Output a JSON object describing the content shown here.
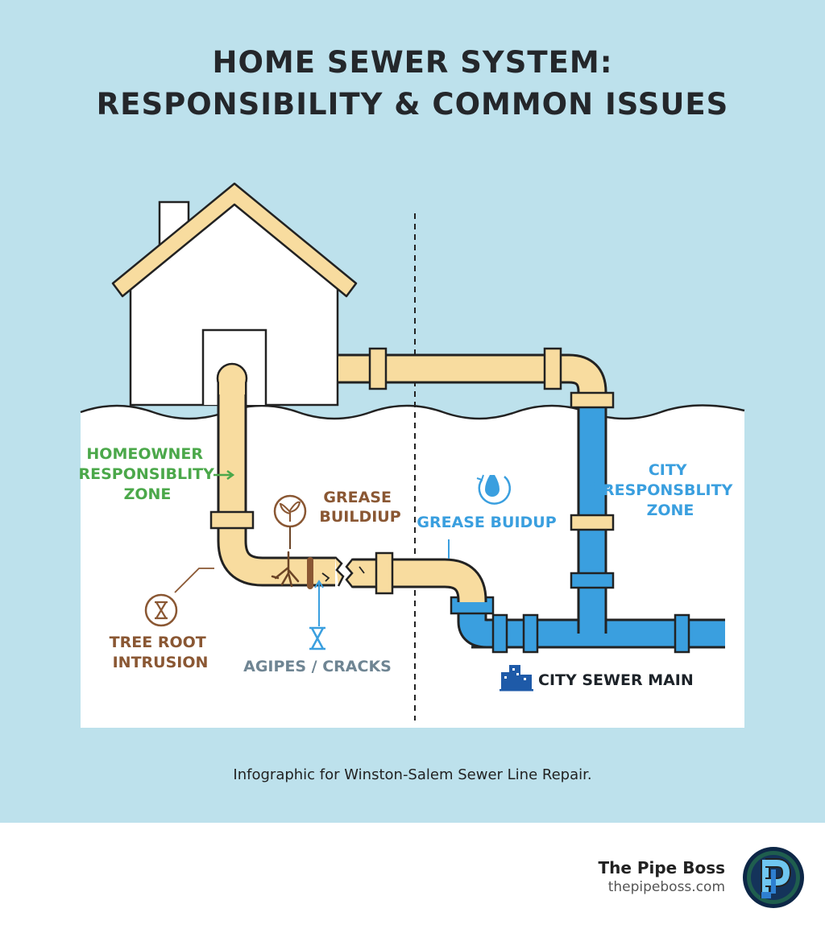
{
  "title": {
    "line1": "HOME SEWER SYSTEM:",
    "line2": "RESPONSIBILITY & COMMON ISSUES"
  },
  "labels": {
    "homeowner_zone": [
      "HOMEOWNER",
      "RESPONSIBLITY",
      "ZONE"
    ],
    "grease_left": [
      "GREASE",
      "BUILDIUP"
    ],
    "grease_right": "GREASE BUIDUP",
    "city_zone": [
      "CITY",
      "RESPONSBLITY",
      "ZONE"
    ],
    "tree_root": [
      "TREE ROOT",
      "INTRUSION"
    ],
    "agipes": "AGIPES / CRACKS",
    "city_main": "CITY SEWER MAIN"
  },
  "caption": "Infographic for Winston-Salem Sewer Line Repair.",
  "footer": {
    "name": "The Pipe Boss",
    "url": "thepipeboss.com"
  },
  "colors": {
    "background": "#bde1ec",
    "pipe_tan": "#f8dc9f",
    "pipe_blue": "#3a9fdf",
    "homeowner_green": "#4ba84a",
    "issue_brown": "#8a5733",
    "city_blue": "#3a9fdf",
    "agipes_gray": "#6f8593"
  },
  "icons": [
    "sprout-icon",
    "hourglass-icon",
    "water-drop-icon",
    "city-buildings-icon",
    "pipe-boss-logo-icon"
  ]
}
